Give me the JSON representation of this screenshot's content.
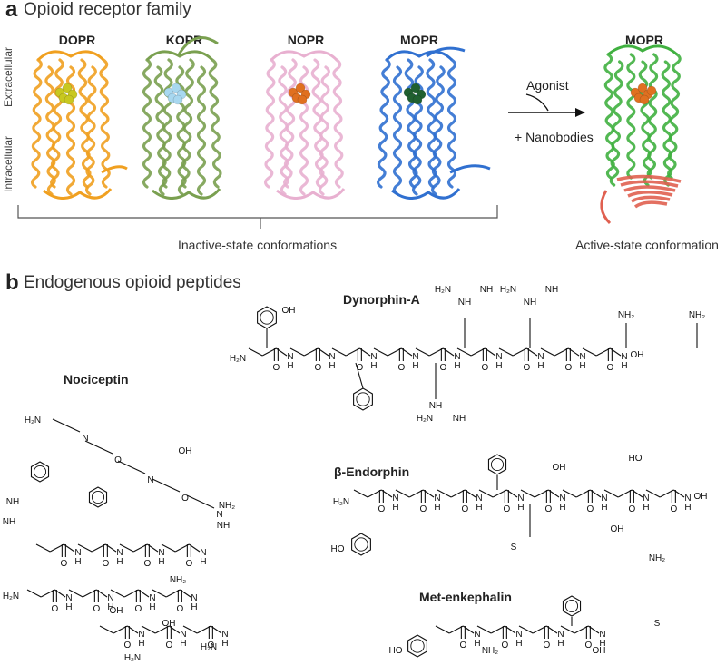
{
  "panel_a": {
    "letter": "a",
    "title": "Opioid receptor family",
    "side_labels": {
      "top": "Extracellular",
      "bottom": "Intracellular"
    },
    "receptors": [
      {
        "name": "DOPR",
        "color": "#f0a020",
        "ligand_color": "#c8c820"
      },
      {
        "name": "KOPR",
        "color": "#7aa050",
        "ligand_color": "#a8d8f0"
      },
      {
        "name": "NOPR",
        "color": "#e8b0d0",
        "ligand_color": "#e07020"
      },
      {
        "name": "MOPR",
        "color": "#3070d0",
        "ligand_color": "#206030"
      }
    ],
    "active_receptor": {
      "name": "MOPR",
      "color": "#40b040",
      "nanobody_color": "#e06050",
      "ligand_color": "#e07020"
    },
    "arrow_labels": {
      "top": "Agonist",
      "bottom": "+ Nanobodies"
    },
    "captions": {
      "inactive": "Inactive-state conformations",
      "active": "Active-state conformation"
    }
  },
  "panel_b": {
    "letter": "b",
    "title": "Endogenous opioid peptides",
    "peptides": {
      "dynorphin": "Dynorphin-A",
      "nociceptin": "Nociceptin",
      "endorphin": "β-Endorphin",
      "enkephalin": "Met-enkephalin"
    },
    "atoms": {
      "oh": "OH",
      "h2n": "H₂N",
      "nh2": "NH₂",
      "nh": "NH",
      "n": "N",
      "h": "H",
      "o": "O",
      "s": "S",
      "ho": "HO"
    }
  }
}
